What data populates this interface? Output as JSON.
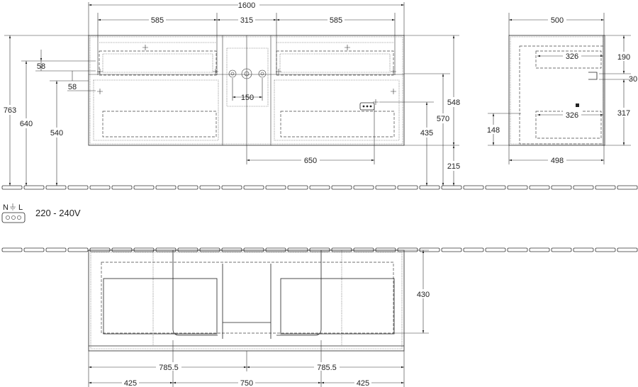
{
  "front_view": {
    "overall_width": "1600",
    "drawer_width_left": "585",
    "center_width": "315",
    "drawer_width_right": "585",
    "height_total": "763",
    "height_640": "640",
    "height_540": "540",
    "offset_58_top": "58",
    "offset_58_mid": "58",
    "pipe_spacing": "150",
    "outlet_offset": "650",
    "right_548": "548",
    "right_570": "570",
    "right_435": "435",
    "right_215": "215"
  },
  "side_view": {
    "depth_top": "500",
    "depth_bottom": "498",
    "inner_326_top": "326",
    "inner_326_bottom": "326",
    "right_190": "190",
    "right_30": "30",
    "right_317": "317",
    "left_148": "148"
  },
  "electrical": {
    "symbol_labels": "N⏚L",
    "voltage": "220 - 240V"
  },
  "plan_view": {
    "depth_430": "430",
    "half_left": "785.5",
    "half_right": "785.5",
    "seg_left": "425",
    "seg_center": "750",
    "seg_right": "425"
  }
}
